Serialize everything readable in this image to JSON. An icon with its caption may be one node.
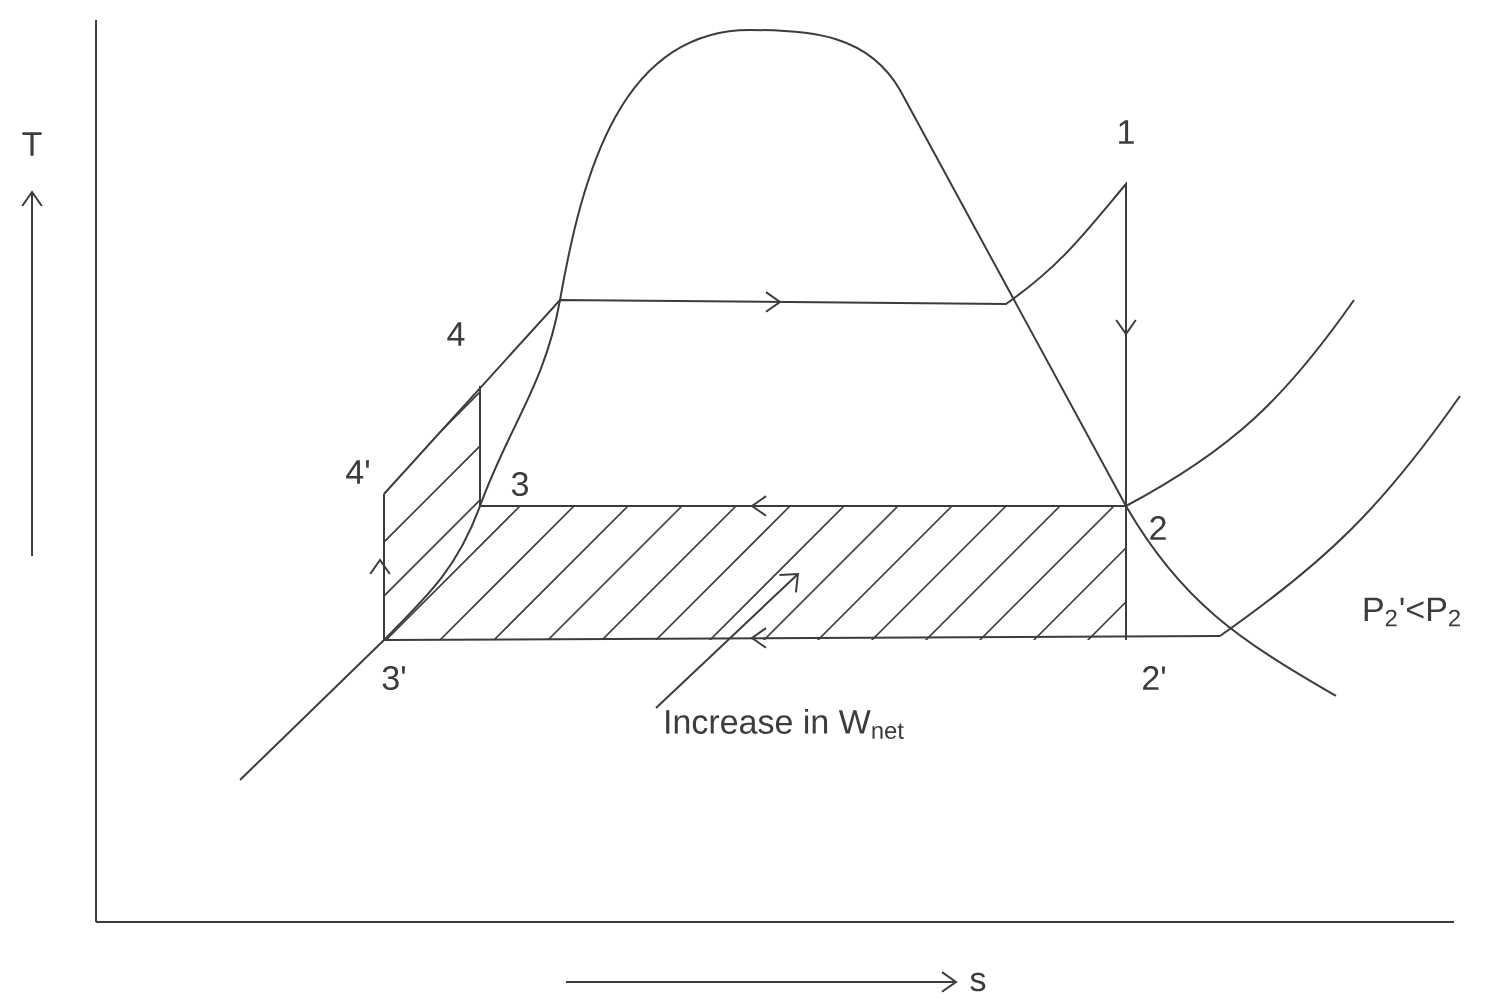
{
  "diagram": {
    "nodes": [
      {
        "text": [
          "Increase in W$_{net}$"
        ]
      },
      {
        "text": [],
        "shape": "box"
      }
    ],
    "edges": [
      {
        "from": 0,
        "to": 1,
        "arrow": "to"
      }
    ],
    "labels": [
      "T",
      "1",
      "4",
      "4'",
      "3",
      "2",
      "3'",
      "2'",
      "P$_{2}$'<P$_{2}$",
      "s"
    ]
  }
}
